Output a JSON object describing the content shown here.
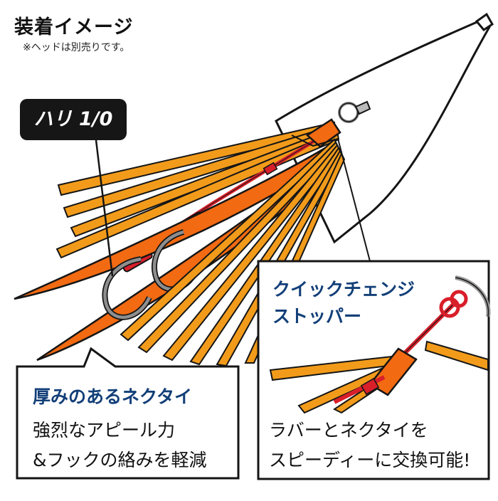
{
  "title": "装着イメージ",
  "note": "※ヘッドは別売りです。",
  "hook_label": "ハリ 1/0",
  "left_callout": {
    "heading": "厚みのあるネクタイ",
    "body_line1": "強烈なアピール力",
    "body_line2": "&フックの絡みを軽減"
  },
  "right_callout": {
    "heading_line1": "クイックチェンジ",
    "heading_line2": "ストッパー",
    "body_line1": "ラバーとネクタイを",
    "body_line2": "スピーディーに交換可能!"
  },
  "colors": {
    "skirt_orange": "#f29b1b",
    "necktie_orange": "#f26a12",
    "line_red": "#d81f2a",
    "label_navy": "#123f78",
    "outline": "#151515"
  }
}
